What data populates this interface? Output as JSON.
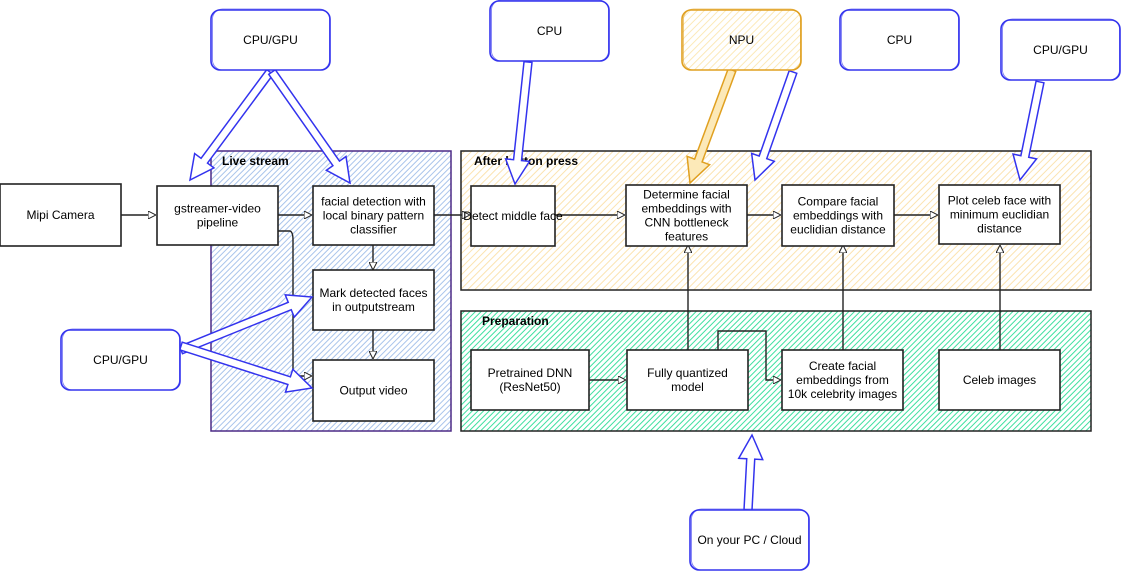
{
  "colors": {
    "hw_stroke": "#3333ee",
    "npu_stroke": "#e0a020",
    "npu_fill": "#fce9b8",
    "live_hatch": "#a9c4eb",
    "live_border": "#4c2a85",
    "after_hatch": "#fbe3b0",
    "prep_hatch": "#3ee0a0",
    "box_stroke": "#222222"
  },
  "groups": {
    "live": {
      "label": "Live stream"
    },
    "after": {
      "label": "After button press"
    },
    "prep": {
      "label": "Preparation"
    }
  },
  "nodes": {
    "mipi": [
      "Mipi Camera"
    ],
    "gstreamer": [
      "gstreamer-video",
      "pipeline"
    ],
    "facial_detection": [
      "facial detection with",
      "local binary pattern",
      "classifier"
    ],
    "mark_faces": [
      "Mark detected faces",
      "in outputstream"
    ],
    "output_video": [
      "Output video"
    ],
    "detect_middle": [
      "Detect middle face"
    ],
    "determine_embeddings": [
      "Determine facial",
      "embeddings with",
      "CNN bottleneck",
      "features"
    ],
    "compare_embeddings": [
      "Compare facial",
      "embeddings with",
      "euclidian distance"
    ],
    "plot_celeb": [
      "Plot celeb face with",
      "minimum euclidian",
      "distance"
    ],
    "pretrained": [
      "Pretrained DNN",
      "(ResNet50)"
    ],
    "quantized": [
      "Fully quantized",
      "model"
    ],
    "create_embeddings": [
      "Create facial",
      "embeddings from",
      "10k celebrity images"
    ],
    "celeb_images": [
      "Celeb images"
    ]
  },
  "hardware": {
    "hw1": "CPU/GPU",
    "hw2": "CPU/GPU",
    "hw3": "CPU",
    "hw4": "NPU",
    "hw5": "CPU",
    "hw6": "CPU/GPU",
    "hw7": "On your PC / Cloud"
  }
}
